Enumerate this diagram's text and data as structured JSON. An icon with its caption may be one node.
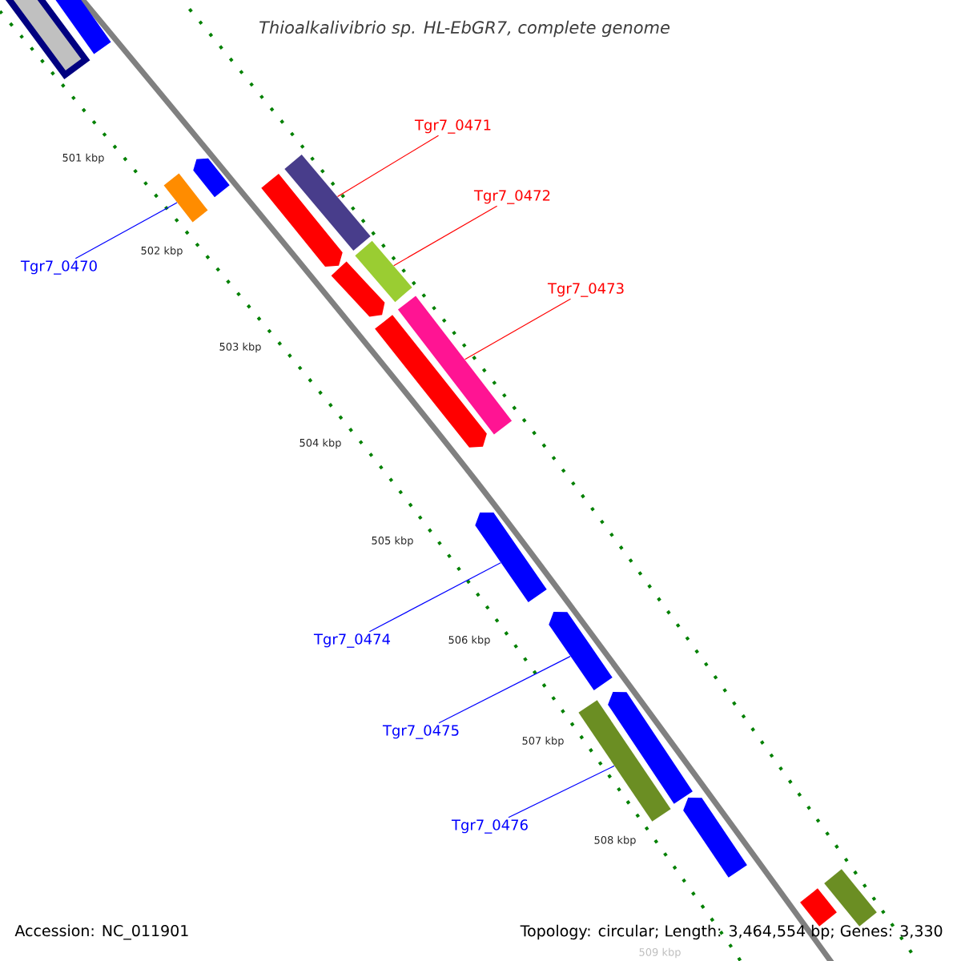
{
  "diagram": {
    "title": "Thioalkalivibrio sp. HL-EbGR7, complete genome",
    "nodes": [
      {
        "text": [],
        "shape": "bar"
      },
      {
        "text": [],
        "shape": "bar"
      },
      {
        "text": [],
        "shape": "arrow"
      },
      {
        "text": [],
        "shape": "bar"
      },
      {
        "text": [],
        "shape": "bar"
      },
      {
        "text": [],
        "shape": "arrow"
      },
      {
        "text": [],
        "shape": "bar"
      },
      {
        "text": [],
        "shape": "arrow"
      },
      {
        "text": [],
        "shape": "bar"
      },
      {
        "text": [],
        "shape": "arrow"
      },
      {
        "text": [],
        "shape": "arrow"
      },
      {
        "text": [],
        "shape": "arrow"
      },
      {
        "text": [],
        "shape": "arrow"
      },
      {
        "text": [],
        "shape": "bar"
      },
      {
        "text": [],
        "shape": "arrow"
      },
      {
        "text": [],
        "shape": "bar"
      },
      {
        "text": [],
        "shape": "bar"
      },
      {
        "text": [
          "Tgr7_0470"
        ]
      },
      {
        "text": [
          "Tgr7_0471"
        ]
      },
      {
        "text": [
          "Tgr7_0472"
        ]
      },
      {
        "text": [
          "Tgr7_0473"
        ]
      },
      {
        "text": [
          "Tgr7_0474"
        ]
      },
      {
        "text": [
          "Tgr7_0475"
        ]
      },
      {
        "text": [
          "Tgr7_0476"
        ]
      }
    ],
    "edges": [
      {
        "from": 17,
        "to": 4,
        "arrow": "none"
      },
      {
        "from": 18,
        "to": 3,
        "arrow": "none",
        "color": "#ff0000"
      },
      {
        "from": 19,
        "to": 6,
        "arrow": "none",
        "color": "#ff0000"
      },
      {
        "from": 20,
        "to": 8,
        "arrow": "none",
        "color": "#ff0000"
      },
      {
        "from": 21,
        "to": 10,
        "arrow": "none"
      },
      {
        "from": 22,
        "to": 11,
        "arrow": "none"
      },
      {
        "from": 23,
        "to": 13,
        "arrow": "none"
      }
    ],
    "labels": [
      "501 kbp",
      "502 kbp",
      "503 kbp",
      "504 kbp",
      "505 kbp",
      "506 kbp",
      "507 kbp",
      "508 kbp",
      "509 kbp",
      "Accession: NC_011901",
      "Topology: circular; Length: 3,464,554 bp; Genes: 3,330"
    ]
  }
}
